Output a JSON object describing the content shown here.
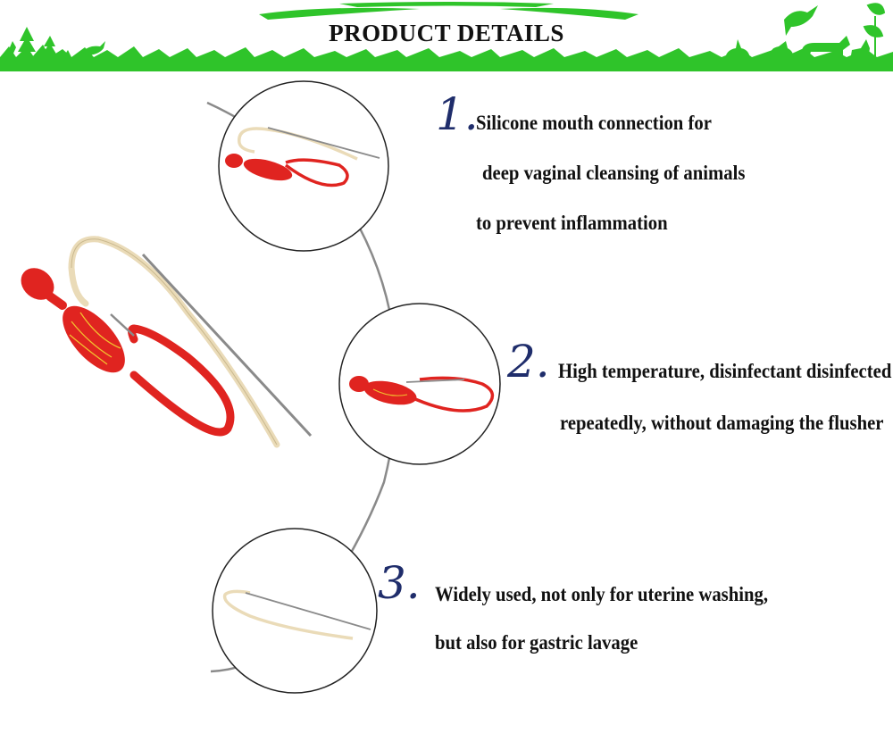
{
  "header": {
    "title": "PRODUCT DETAILS",
    "accent_color": "#2fc42a",
    "decoration_icons": [
      "tree-icon",
      "bird-icon",
      "rabbit-icon",
      "dog-icon",
      "plant-icon"
    ]
  },
  "colors": {
    "number": "#1f2d6b",
    "text": "#111111",
    "connector": "#8a8a8a",
    "tube": "#e02420",
    "catheter": "#eadbb8"
  },
  "features": [
    {
      "number": "1.",
      "lines": [
        "Silicone mouth connection for",
        "deep vaginal cleansing of animals",
        "to prevent inflammation"
      ]
    },
    {
      "number": "2.",
      "lines": [
        "High temperature, disinfectant disinfected",
        "repeatedly, without damaging the flusher"
      ]
    },
    {
      "number": "3.",
      "lines": [
        "Widely used, not only for uterine washing,",
        "but also for gastric lavage"
      ]
    }
  ]
}
